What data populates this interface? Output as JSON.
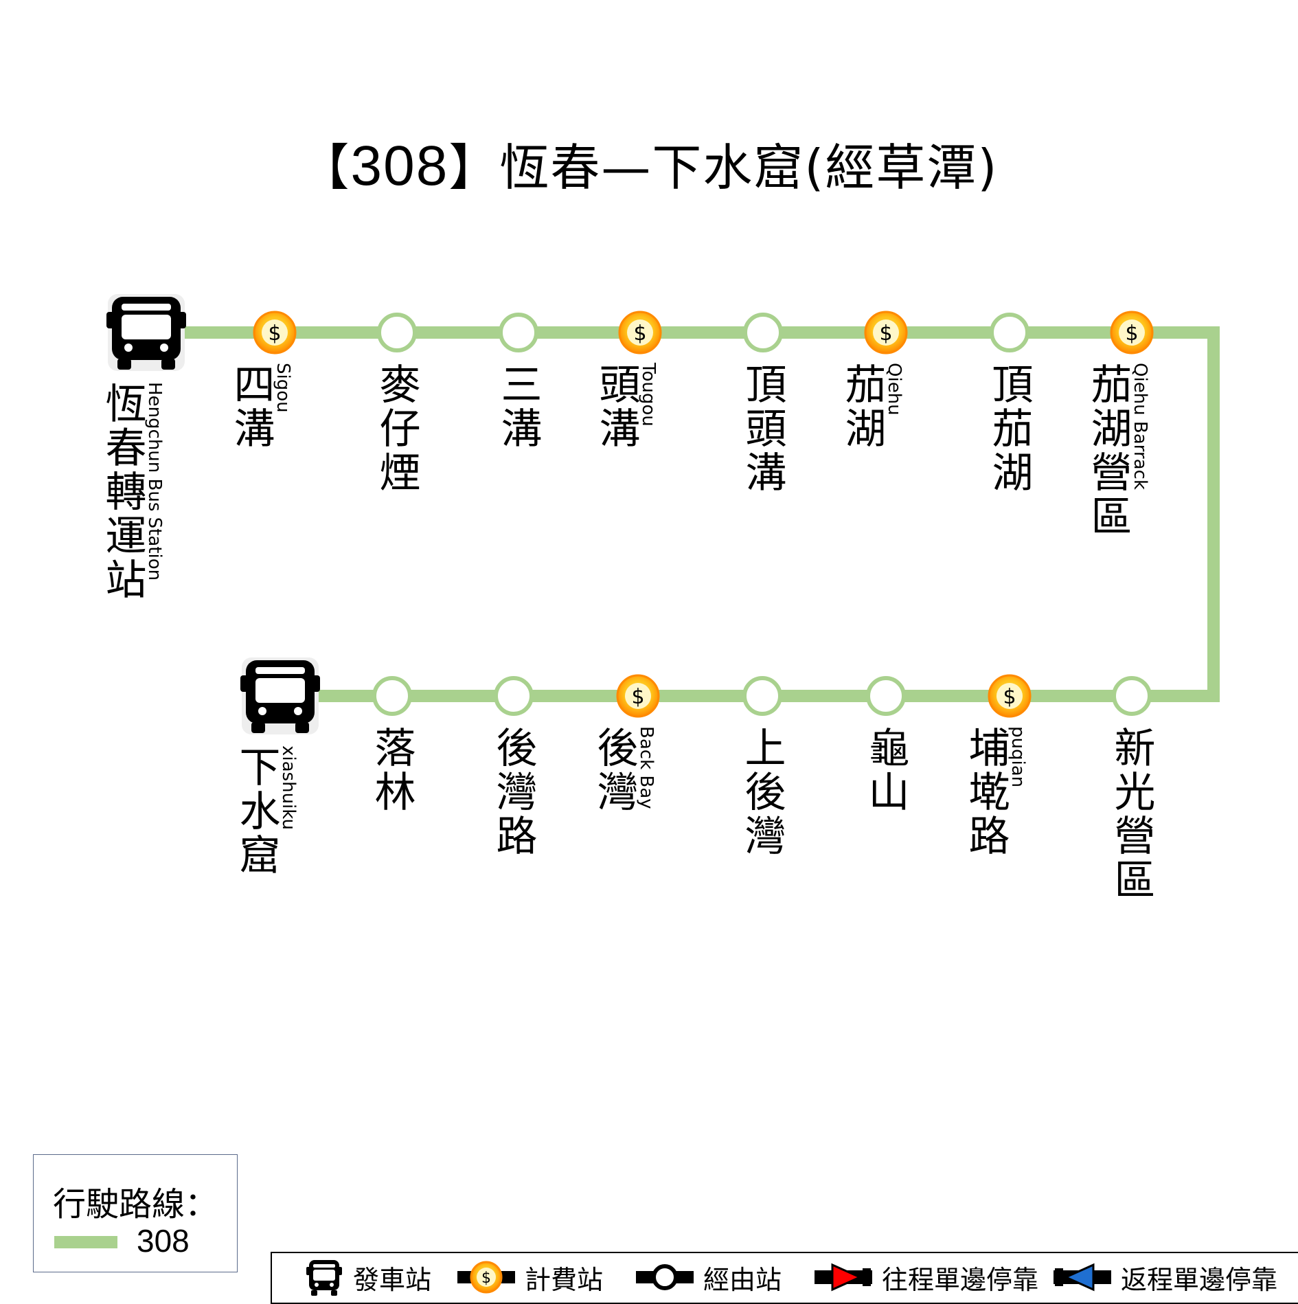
{
  "title": {
    "route_number": "308",
    "bracket_open": "【",
    "bracket_close": "】",
    "route_name": "恆春—下水窟(經草潭)"
  },
  "route_color": "#a9d18e",
  "icons": {
    "terminal": "bus-icon",
    "fare": "dollar-coin-icon",
    "via": "circle-icon"
  },
  "stops_top": [
    {
      "zh": "恆春轉運站",
      "en": "Hengchun Bus Station",
      "type": "terminal"
    },
    {
      "zh": "四溝",
      "en": "Sigou",
      "type": "fare"
    },
    {
      "zh": "麥仔煙",
      "en": "",
      "type": "via"
    },
    {
      "zh": "三溝",
      "en": "",
      "type": "via"
    },
    {
      "zh": "頭溝",
      "en": "Tougou",
      "type": "fare"
    },
    {
      "zh": "頂頭溝",
      "en": "",
      "type": "via"
    },
    {
      "zh": "茄湖",
      "en": "Qiehu",
      "type": "fare"
    },
    {
      "zh": "頂茄湖",
      "en": "",
      "type": "via"
    },
    {
      "zh": "茄湖營區",
      "en": "Qiehu Barrack",
      "type": "fare"
    }
  ],
  "stops_bottom": [
    {
      "zh": "下水窟",
      "en": "xiashuiku",
      "type": "terminal"
    },
    {
      "zh": "落林",
      "en": "",
      "type": "via"
    },
    {
      "zh": "後灣路",
      "en": "",
      "type": "via"
    },
    {
      "zh": "後灣",
      "en": "Back Bay",
      "type": "fare"
    },
    {
      "zh": "上後灣",
      "en": "",
      "type": "via"
    },
    {
      "zh": "龜山",
      "en": "",
      "type": "via"
    },
    {
      "zh": "埔墘路",
      "en": "puqian",
      "type": "fare"
    },
    {
      "zh": "新光營區",
      "en": "",
      "type": "via"
    }
  ],
  "legend": {
    "title": "行駛路線：",
    "route": "308"
  },
  "key": {
    "terminal": "發車站",
    "fare": "計費站",
    "via": "經由站",
    "outbound": "往程單邊停靠",
    "inbound": "返程單邊停靠",
    "outbound_color": "#ff0000",
    "inbound_color": "#1f6fd1"
  }
}
